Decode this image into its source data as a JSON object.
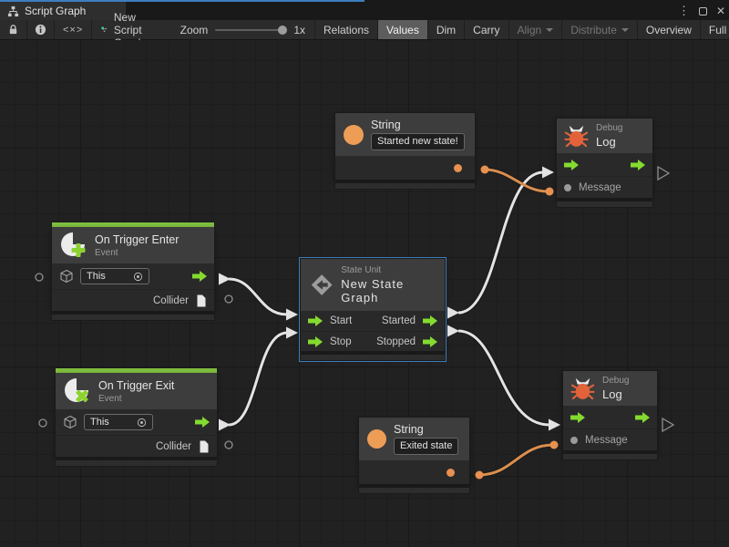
{
  "tab_bar": {
    "tab_title": "Script Graph"
  },
  "window_controls": {
    "menu": "⋮",
    "close": "✕"
  },
  "toolbar": {
    "code_glyph": "<×>",
    "graph_name": "New Script Graph",
    "zoom_label": "Zoom",
    "zoom_value": "1x",
    "relations": "Relations",
    "values": "Values",
    "dim": "Dim",
    "carry": "Carry",
    "align": "Align",
    "distribute": "Distribute",
    "overview": "Overview",
    "fullscreen": "Full Screen"
  },
  "nodes": {
    "string_top": {
      "title": "String",
      "value": "Started new state!"
    },
    "debug_top": {
      "kind": "Debug",
      "title": "Log",
      "message": "Message"
    },
    "trigger_enter": {
      "title": "On Trigger Enter",
      "subtitle": "Event",
      "target": "This",
      "output": "Collider"
    },
    "state_unit": {
      "kind": "State Unit",
      "title": "New State Graph",
      "in1": "Start",
      "in2": "Stop",
      "out1": "Started",
      "out2": "Stopped"
    },
    "trigger_exit": {
      "title": "On Trigger Exit",
      "subtitle": "Event",
      "target": "This",
      "output": "Collider"
    },
    "string_bottom": {
      "title": "String",
      "value": "Exited state"
    },
    "debug_bottom": {
      "kind": "Debug",
      "title": "Log",
      "message": "Message"
    }
  },
  "colors": {
    "selection_blue": "#3e7cb8",
    "flow_green": "#84db2f",
    "value_orange": "#e89150",
    "event_green": "#7fbe3f",
    "bug_orange": "#e2633a",
    "wire_white": "#e3e3e3",
    "wire_orange": "#d98e4f"
  }
}
